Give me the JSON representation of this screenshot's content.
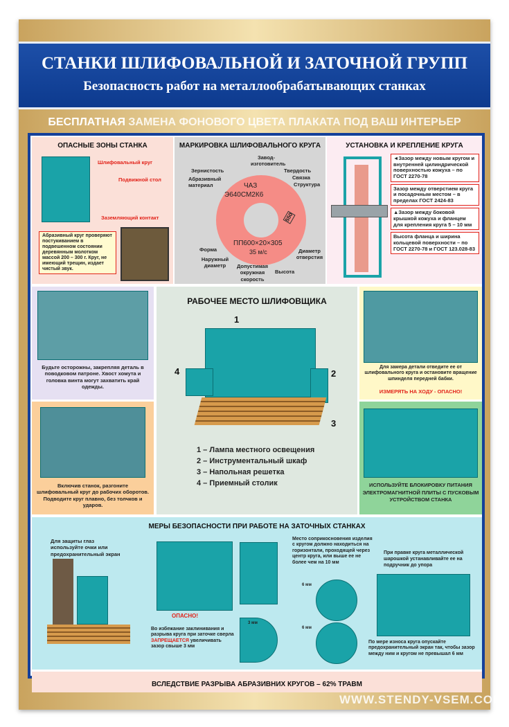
{
  "header": {
    "title": "СТАНКИ ШЛИФОВАЛЬНОЙ И ЗАТОЧНОЙ ГРУПП",
    "subtitle": "Безопасность работ на металлообрабатывающих станках"
  },
  "watermark": {
    "bold": "БЕСПЛАТНАЯ",
    "rest": "ЗАМЕНА ФОНОВОГО ЦВЕТА ПЛАКАТА ПОД ВАШ ИНТЕРЬЕР"
  },
  "danger_zones": {
    "title": "ОПАСНЫЕ ЗОНЫ СТАНКА",
    "labels": [
      "Шлифовальный круг",
      "Подвижной стол",
      "Заземляющий контакт"
    ],
    "note": "Абразивный круг проверяют постукиванием в подвешенном состоянии деревянным молотком массой 200 – 300 г. Круг, не имеющий трещин, издает чистый звук."
  },
  "marking": {
    "title": "МАРКИРОВКА ШЛИФОВАЛЬНОГО КРУГА",
    "line1": "ЧАЗ",
    "line2": "Э640СМ2К6",
    "line3": "ПП600×20×305",
    "line4": "35 м/с",
    "stamp": "550",
    "labels": [
      "Завод-изготовитель",
      "Зернистость",
      "Твердость",
      "Абразивный материал",
      "Связка",
      "Структура",
      "Форма",
      "Наружный диаметр",
      "Допустимая окружная скорость",
      "Высота",
      "Диаметр отверстия"
    ]
  },
  "mounting": {
    "title": "УСТАНОВКА И КРЕПЛЕНИЕ КРУГА",
    "notes": [
      "◄Зазор между новым кругом и внутренней цилиндрической поверхностью кожуха – по ГОСТ 2270-78",
      "Зазор между отверстием круга и посадочным местом – в пределах ГОСТ 2424-83",
      "▲Зазор между боковой крышкой кожуха и фланцем для крепления круга 5 – 10 мм",
      "Высота фланца и ширина кольцевой поверхности – по ГОСТ 2270-78 и ГОСТ 123.028-83"
    ]
  },
  "left1": {
    "text": "Будьте осторожны, закрепляя деталь в поводковом патроне. Хвост хомута и головка винта могут захватить край одежды."
  },
  "left2": {
    "text": "Включив станок, разгоните шлифовальный круг до рабочих оборотов. Подводите круг плавно, без толчков и ударов."
  },
  "workplace": {
    "title": "РАБОЧЕЕ МЕСТО ШЛИФОВЩИКА",
    "markers": [
      "1",
      "2",
      "3",
      "4"
    ],
    "legend": [
      "1 – Лампа местного освещения",
      "2 – Инструментальный шкаф",
      "3 – Напольная решетка",
      "4 – Приемный столик"
    ]
  },
  "right1": {
    "text": "Для замера детали отведите ее от шлифовального круга и остановите вращение шпинделя передней бабки.",
    "warning": "ИЗМЕРЯТЬ НА ХОДУ - ОПАСНО!"
  },
  "right2": {
    "text": "ИСПОЛЬЗУЙТЕ БЛОКИРОВКУ ПИТАНИЯ ЭЛЕКТРОМАГНИТНОЙ ПЛИТЫ С ПУСКОВЫМ УСТРОЙСТВОМ СТАНКА"
  },
  "sharpening": {
    "title": "МЕРЫ БЕЗОПАСНОСТИ ПРИ РАБОТЕ НА ЗАТОЧНЫХ СТАНКАХ",
    "eyes": "Для защиты глаз используйте очки или предохранительный экран",
    "danger": "ОПАСНО!",
    "contact": "Место соприкосновения изделия с кругом должно находиться на горизонтали, проходящей через центр круга, или выше ее не более чем на 10 мм",
    "dressing": "При правке круга металлической шарошкой устанавливайте ее на подручник до упора",
    "drill_pre": "Во избежание заклинивания и разрыва круга при заточке сверла",
    "drill_forbid": "ЗАПРЕЩАЕТСЯ",
    "drill_post": "увеличивать зазор свыше 3 мм",
    "wear": "По мере износа круга опускайте предохранительный экран так, чтобы зазор между ним и кругом не превышал 6 мм",
    "gap3": "3 мм",
    "gap6a": "6 мм",
    "gap6b": "6 мм"
  },
  "bottom": {
    "text": "ВСЛЕДСТВИЕ РАЗРЫВА АБРАЗИВНИХ КРУГОВ – 62% ТРАВМ"
  },
  "footer": {
    "site": "WWW.STENDY-VSEM.COM"
  }
}
